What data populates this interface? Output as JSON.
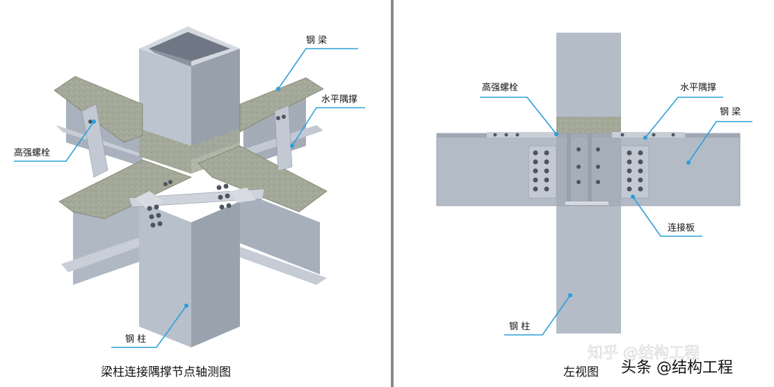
{
  "left_panel": {
    "caption": "梁柱连接隅撑节点轴测图",
    "labels": {
      "beam": "钢 梁",
      "brace": "水平隅撑",
      "bolt": "高强螺栓",
      "column": "钢 柱"
    }
  },
  "right_panel": {
    "caption": "左视图",
    "labels": {
      "bolt": "高强螺栓",
      "brace": "水平隅撑",
      "beam": "钢 梁",
      "plate": "连接板",
      "column": "钢 柱"
    }
  },
  "watermarks": {
    "zhihu": "知乎 @结构工程",
    "toutiao": "头条 @结构工程"
  },
  "colors": {
    "steel": "#b5bdc9",
    "steel_dark": "#8d96a3",
    "concrete": "#a3a898",
    "leader": "#2a9fd8",
    "divider": "#8a8a8a"
  }
}
